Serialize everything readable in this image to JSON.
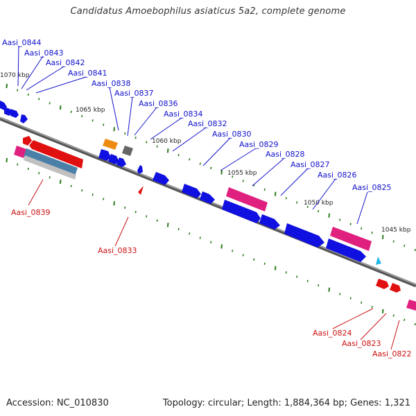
{
  "title": "Candidatus Amoebophilus asiaticus 5a2, complete genome",
  "footer": {
    "accession": "Accession: NC_010830",
    "topology": "Topology: circular; Length: 1,884,364 bp; Genes: 1,321"
  },
  "colors": {
    "forward": "#1010e0",
    "reverse": "#e01010",
    "label_forward": "#1010cc",
    "label_reverse": "#cc1010",
    "rna_forward": "#e0207f",
    "rna_reverse": "#e0207f",
    "backbone": "#888888",
    "tick": "#2a7a1a"
  },
  "kbp_labels": [
    "1070 kbp",
    "1065 kbp",
    "1060 kbp",
    "1055 kbp",
    "1050 kbp",
    "1045 kbp"
  ],
  "forward_genes": [
    "Aasi_0844",
    "Aasi_0843",
    "Aasi_0842",
    "Aasi_0841",
    "Aasi_0838",
    "Aasi_0837",
    "Aasi_0836",
    "Aasi_0834",
    "Aasi_0832",
    "Aasi_0830",
    "Aasi_0829",
    "Aasi_0828",
    "Aasi_0827",
    "Aasi_0826",
    "Aasi_0825"
  ],
  "reverse_genes": [
    "Aasi_0839",
    "Aasi_0833",
    "Aasi_0824",
    "Aasi_0823",
    "Aasi_0822"
  ]
}
